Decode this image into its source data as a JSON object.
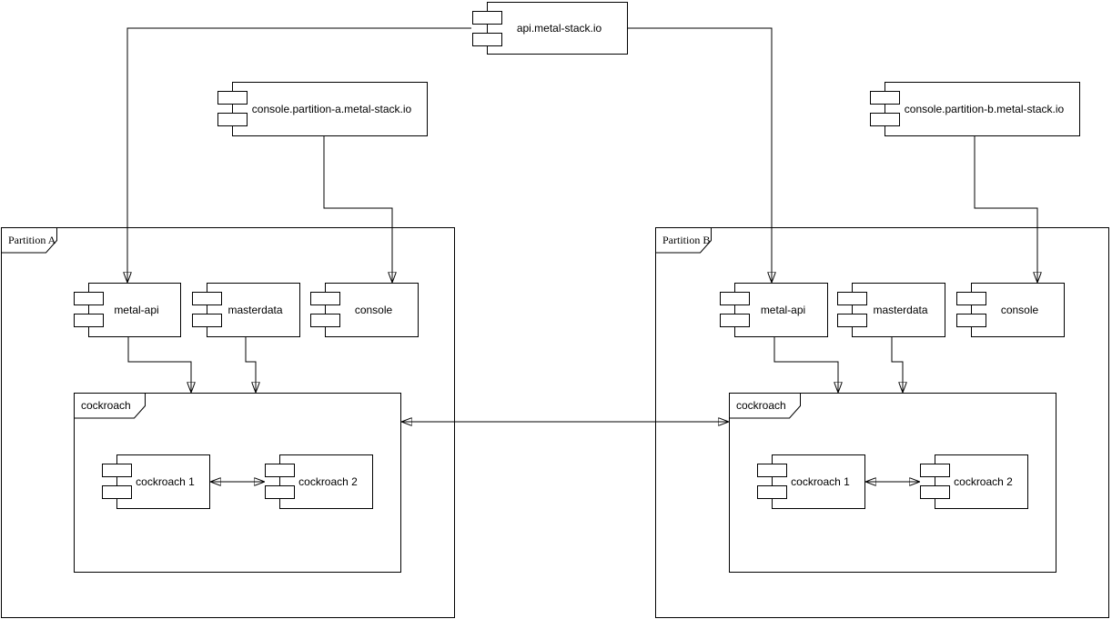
{
  "colors": {
    "stroke": "#000000",
    "fill": "#ffffff",
    "background": "#ffffff"
  },
  "nodes": {
    "api": {
      "label": "api.metal-stack.io",
      "type": "component"
    },
    "console_ext_a": {
      "label": "console.partition-a.metal-stack.io",
      "type": "component"
    },
    "console_ext_b": {
      "label": "console.partition-b.metal-stack.io",
      "type": "component"
    },
    "partition_a": {
      "label": "Partition A",
      "type": "partition-frame"
    },
    "partition_b": {
      "label": "Partition B",
      "type": "partition-frame"
    },
    "metal_api_a": {
      "label": "metal-api",
      "type": "component"
    },
    "masterdata_a": {
      "label": "masterdata",
      "type": "component"
    },
    "console_a": {
      "label": "console",
      "type": "component"
    },
    "cockroach_grp_a": {
      "label": "cockroach",
      "type": "group-frame"
    },
    "cockroach1_a": {
      "label": "cockroach 1",
      "type": "component"
    },
    "cockroach2_a": {
      "label": "cockroach 2",
      "type": "component"
    },
    "metal_api_b": {
      "label": "metal-api",
      "type": "component"
    },
    "masterdata_b": {
      "label": "masterdata",
      "type": "component"
    },
    "console_b": {
      "label": "console",
      "type": "component"
    },
    "cockroach_grp_b": {
      "label": "cockroach",
      "type": "group-frame"
    },
    "cockroach1_b": {
      "label": "cockroach 1",
      "type": "component"
    },
    "cockroach2_b": {
      "label": "cockroach 2",
      "type": "component"
    }
  },
  "edges": [
    {
      "id": "api-to-metal-api-a",
      "from": "api.metal-stack.io",
      "to": "Partition A / metal-api",
      "direction": "one-way"
    },
    {
      "id": "api-to-metal-api-b",
      "from": "api.metal-stack.io",
      "to": "Partition B / metal-api",
      "direction": "one-way"
    },
    {
      "id": "console-ext-a-to-console-a",
      "from": "console.partition-a.metal-stack.io",
      "to": "Partition A / console",
      "direction": "one-way"
    },
    {
      "id": "console-ext-b-to-console-b",
      "from": "console.partition-b.metal-stack.io",
      "to": "Partition B / console",
      "direction": "one-way"
    },
    {
      "id": "metal-api-a-to-cockroach-a",
      "from": "Partition A / metal-api",
      "to": "Partition A / cockroach",
      "direction": "one-way"
    },
    {
      "id": "masterdata-a-to-cockroach-a",
      "from": "Partition A / masterdata",
      "to": "Partition A / cockroach",
      "direction": "one-way"
    },
    {
      "id": "metal-api-b-to-cockroach-b",
      "from": "Partition B / metal-api",
      "to": "Partition B / cockroach",
      "direction": "one-way"
    },
    {
      "id": "masterdata-b-to-cockroach-b",
      "from": "Partition B / masterdata",
      "to": "Partition B / cockroach",
      "direction": "one-way"
    },
    {
      "id": "cockroach1-a-cockroach2-a",
      "from": "Partition A / cockroach 1",
      "to": "Partition A / cockroach 2",
      "direction": "bidirectional"
    },
    {
      "id": "cockroach1-b-cockroach2-b",
      "from": "Partition B / cockroach 1",
      "to": "Partition B / cockroach 2",
      "direction": "bidirectional"
    },
    {
      "id": "cockroach-a-cockroach-b",
      "from": "Partition A / cockroach",
      "to": "Partition B / cockroach",
      "direction": "bidirectional"
    }
  ]
}
